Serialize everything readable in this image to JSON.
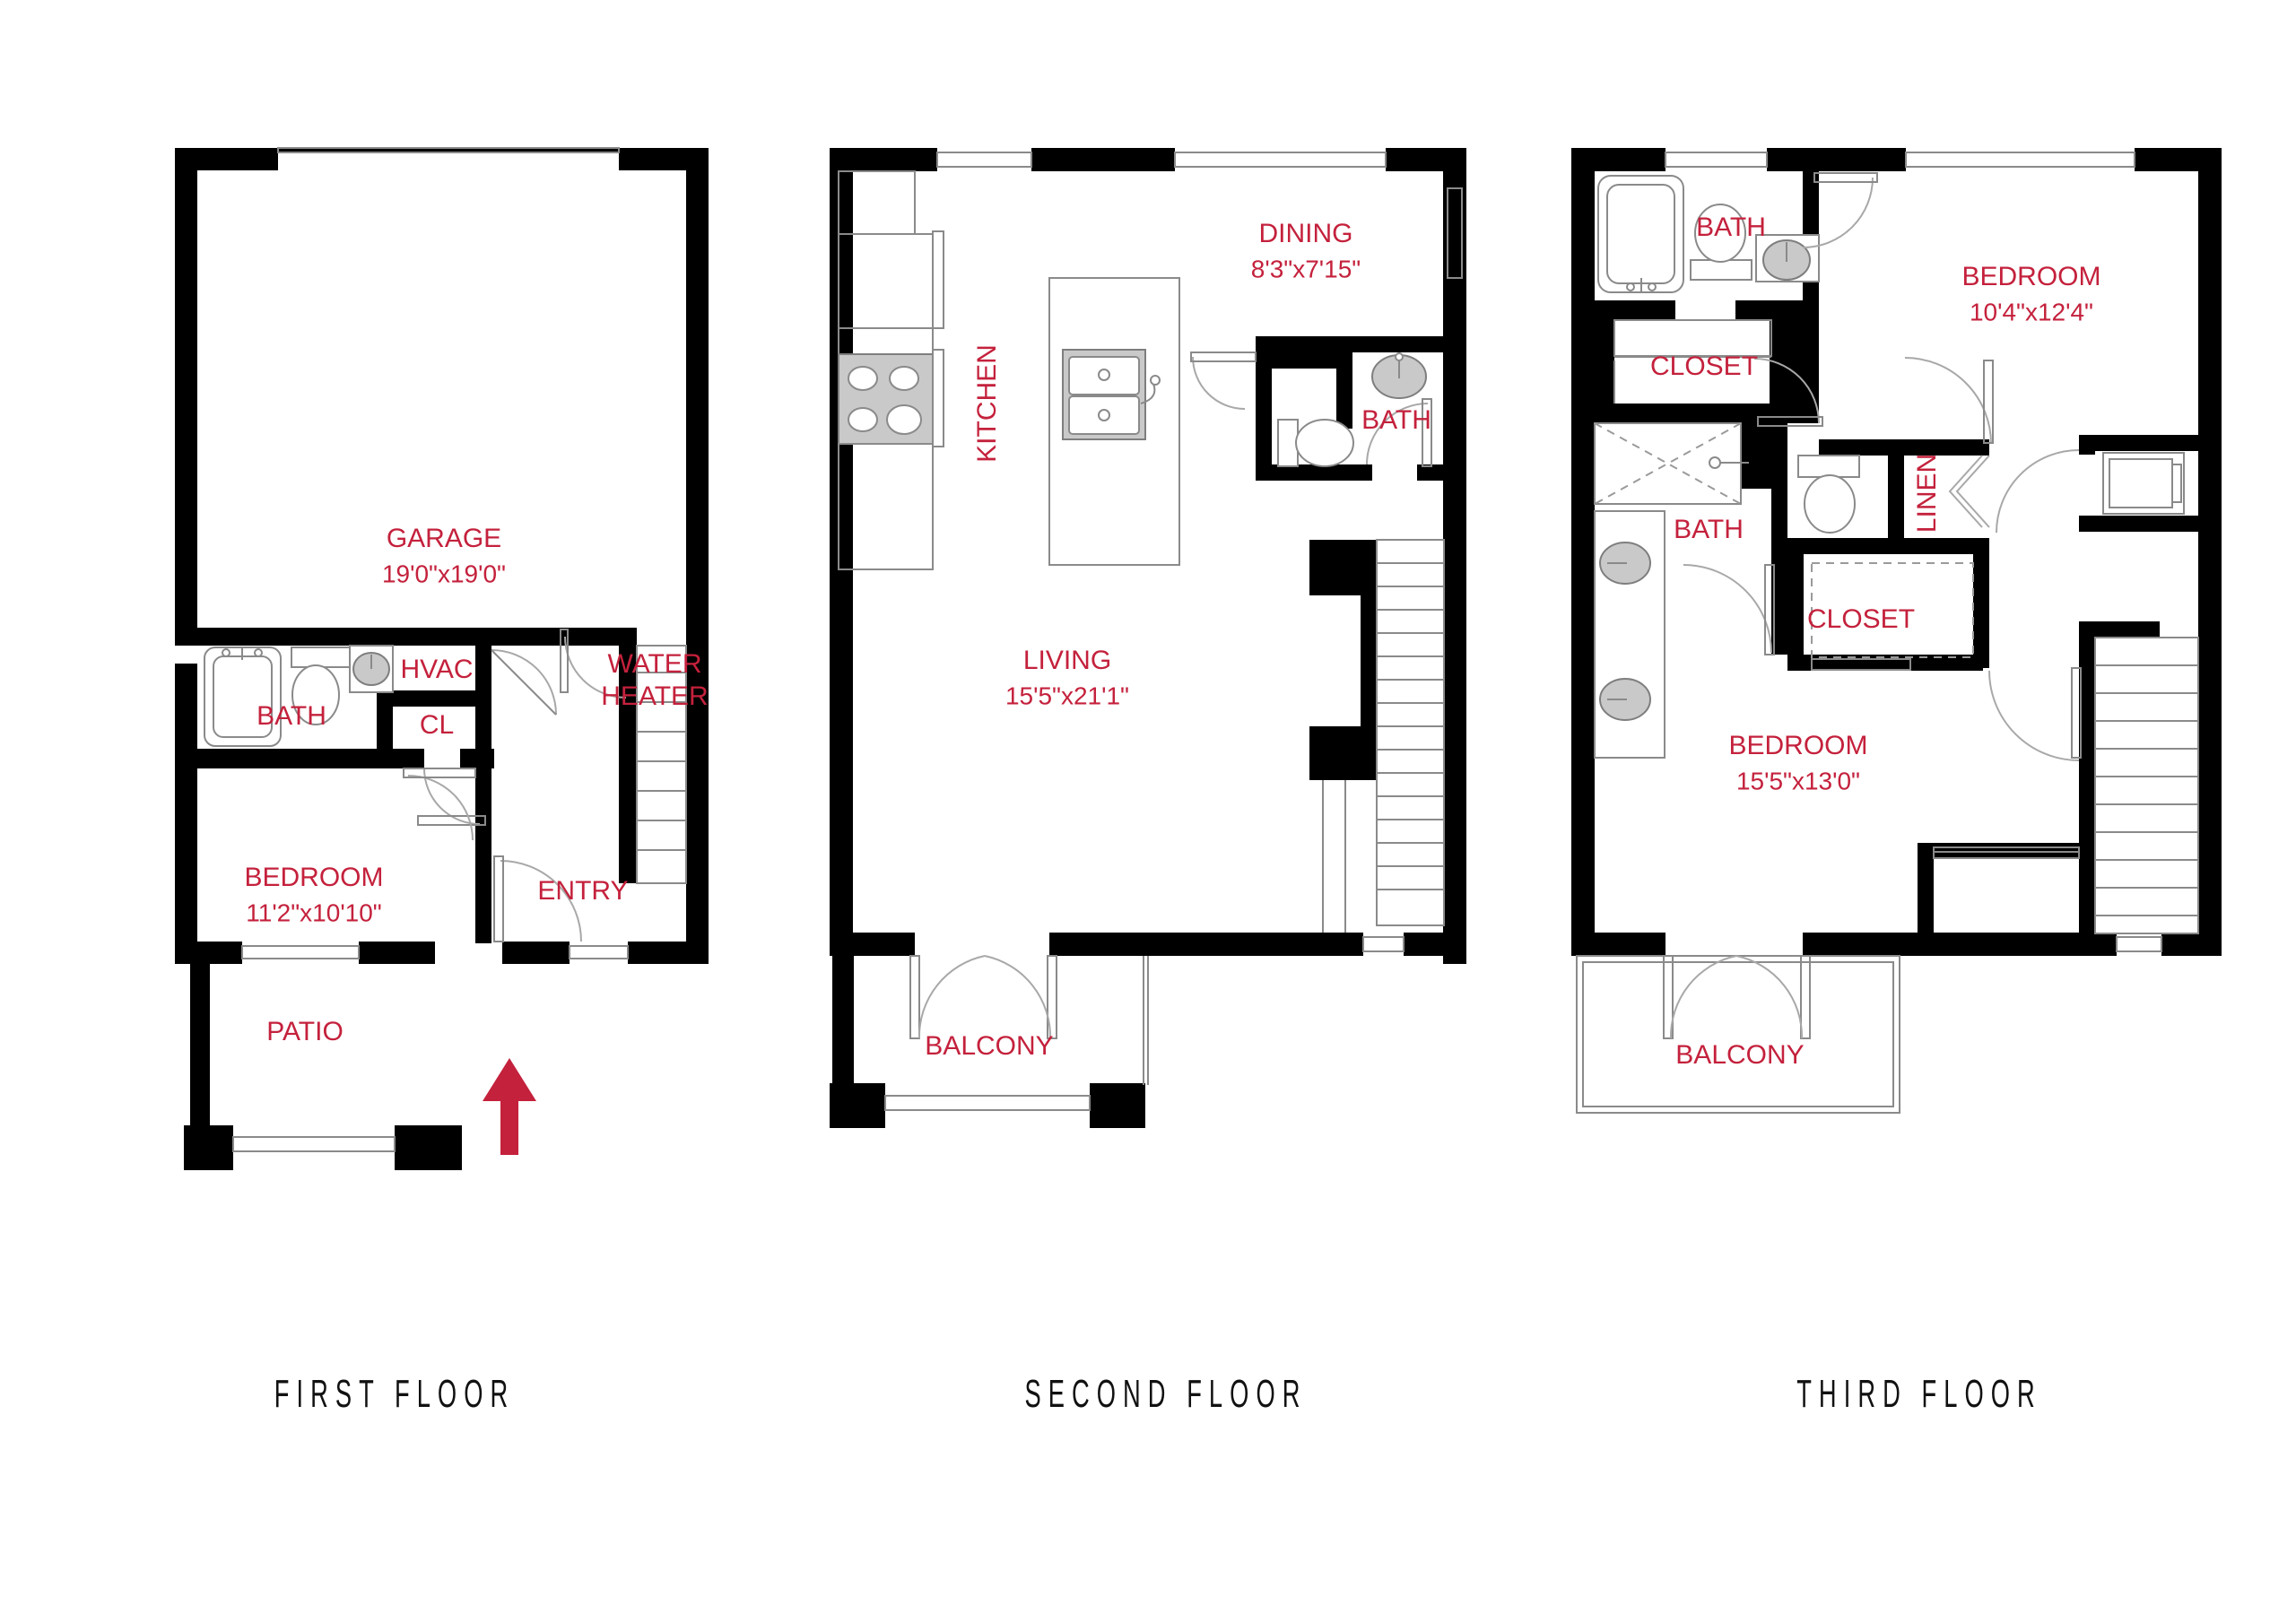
{
  "sheet": {
    "title": "Three-Level Townhome Floor Plans",
    "accent_red": "#C4213C",
    "wall_color": "#000000",
    "background": "#FFFFFF"
  },
  "floors": [
    {
      "id": "first",
      "caption": "FIRST FLOOR",
      "rooms": [
        {
          "name": "GARAGE",
          "dim": "19'0\"x19'0\""
        },
        {
          "name": "BATH",
          "dim": ""
        },
        {
          "name": "HVAC",
          "dim": ""
        },
        {
          "name": "CL",
          "dim": ""
        },
        {
          "name": "WATER",
          "dim": ""
        },
        {
          "name": "HEATER",
          "dim": ""
        },
        {
          "name": "BEDROOM",
          "dim": "11'2\"x10'10\""
        },
        {
          "name": "ENTRY",
          "dim": ""
        },
        {
          "name": "PATIO",
          "dim": ""
        }
      ],
      "labels": {
        "garage": "GARAGE",
        "garage_dim": "19'0\"x19'0\"",
        "bath": "BATH",
        "hvac": "HVAC",
        "cl": "CL",
        "water": "WATER",
        "heater": "HEATER",
        "bedroom": "BEDROOM",
        "bedroom_dim": "11'2\"x10'10\"",
        "entry": "ENTRY",
        "patio": "PATIO"
      },
      "north_arrow": "north-arrow"
    },
    {
      "id": "second",
      "caption": "SECOND FLOOR",
      "rooms": [
        {
          "name": "KITCHEN",
          "dim": ""
        },
        {
          "name": "DINING",
          "dim": "8'3\"x7'15\""
        },
        {
          "name": "BATH",
          "dim": ""
        },
        {
          "name": "LIVING",
          "dim": "15'5\"x21'1\""
        },
        {
          "name": "BALCONY",
          "dim": ""
        }
      ],
      "labels": {
        "kitchen": "KITCHEN",
        "dining": "DINING",
        "dining_dim": "8'3\"x7'15\"",
        "bath": "BATH",
        "living": "LIVING",
        "living_dim": "15'5\"x21'1\"",
        "balcony": "BALCONY"
      }
    },
    {
      "id": "third",
      "caption": "THIRD FLOOR",
      "rooms": [
        {
          "name": "BATH",
          "dim": ""
        },
        {
          "name": "BEDROOM",
          "dim": "10'4\"x12'4\""
        },
        {
          "name": "CLOSET",
          "dim": ""
        },
        {
          "name": "LINEN",
          "dim": ""
        },
        {
          "name": "BEDROOM",
          "dim": "15'5\"x13'0\""
        },
        {
          "name": "BALCONY",
          "dim": ""
        }
      ],
      "labels": {
        "bath_top": "BATH",
        "bedroom_top": "BEDROOM",
        "bedroom_top_dim": "10'4\"x12'4\"",
        "closet_top": "CLOSET",
        "bath_mid": "BATH",
        "linen": "LINEN",
        "closet_mid": "CLOSET",
        "bedroom_bottom": "BEDROOM",
        "bedroom_bottom_dim": "15'5\"x13'0\"",
        "balcony": "BALCONY"
      }
    }
  ]
}
